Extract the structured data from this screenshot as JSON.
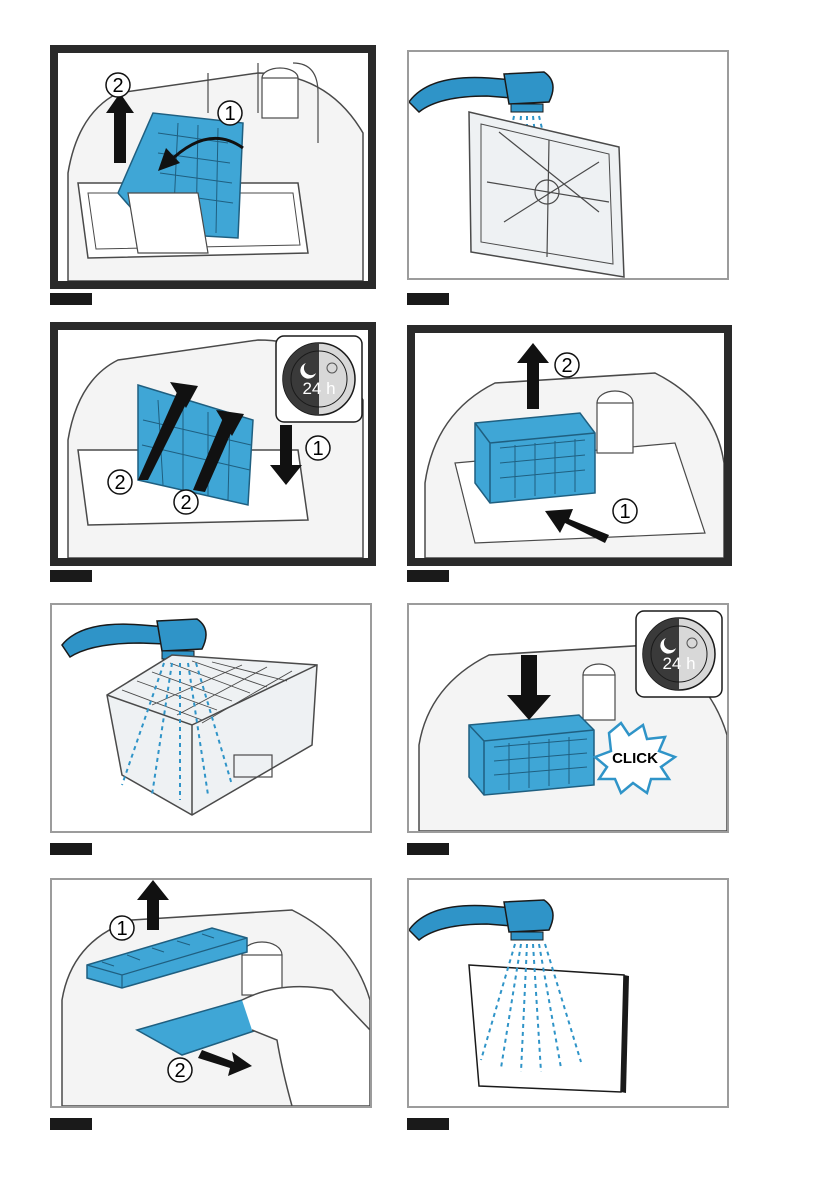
{
  "colors": {
    "accent_blue": "#2f94c8",
    "filter_blue": "#3fa6d6",
    "line_gray": "#4a4a4a",
    "step_tag": "#1a1a1a"
  },
  "steps": {
    "one": "1",
    "two": "2"
  },
  "timer_label": "24 h",
  "click_label": "CLICK"
}
